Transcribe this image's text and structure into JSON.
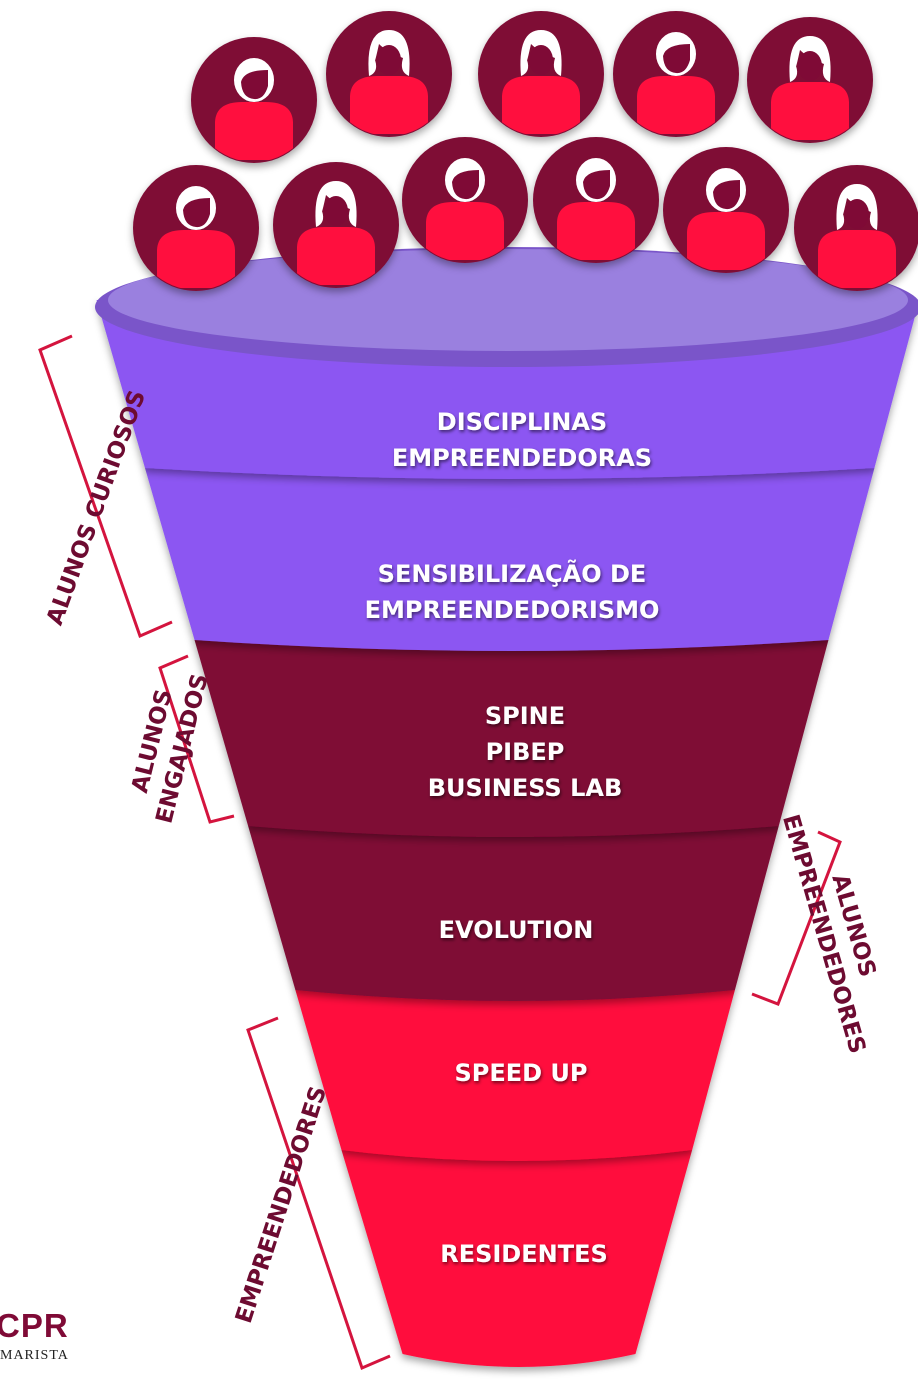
{
  "colors": {
    "avatar_bg": "#7f0a36",
    "avatar_person": "#ff0f3e",
    "funnel_rim": "#7a55c9",
    "funnel_top": "#9a80df",
    "purple": "#8c56f2",
    "maroon": "#7f0a36",
    "red": "#ff0a3c",
    "bracket": "#d4143e",
    "label": "#6d0b31"
  },
  "avatars": [
    {
      "gender": "male"
    },
    {
      "gender": "female"
    },
    {
      "gender": "female"
    },
    {
      "gender": "male"
    },
    {
      "gender": "female"
    },
    {
      "gender": "male"
    },
    {
      "gender": "female"
    },
    {
      "gender": "male"
    },
    {
      "gender": "male"
    },
    {
      "gender": "male"
    },
    {
      "gender": "female"
    }
  ],
  "stages": [
    {
      "lines": [
        "DISCIPLINAS",
        "EMPREENDEDORAS"
      ],
      "color_key": "purple"
    },
    {
      "lines": [
        "SENSIBILIZAÇÃO DE",
        "EMPREENDEDORISMO"
      ],
      "color_key": "purple"
    },
    {
      "lines": [
        "SPINE",
        "PIBEP",
        "BUSINESS LAB"
      ],
      "color_key": "maroon"
    },
    {
      "lines": [
        "EVOLUTION"
      ],
      "color_key": "maroon"
    },
    {
      "lines": [
        "SPEED UP"
      ],
      "color_key": "red"
    },
    {
      "lines": [
        "RESIDENTES"
      ],
      "color_key": "red"
    }
  ],
  "groups": [
    {
      "lines": [
        "ALUNOS CURIOSOS"
      ]
    },
    {
      "lines": [
        "ALUNOS",
        "ENGAJADOS"
      ]
    },
    {
      "lines": [
        "ALUNOS",
        "EMPREENDEDORES"
      ]
    },
    {
      "lines": [
        "EMPREENDEDORES"
      ]
    }
  ],
  "logo": {
    "main": "CPR",
    "sub": "MARISTA"
  }
}
